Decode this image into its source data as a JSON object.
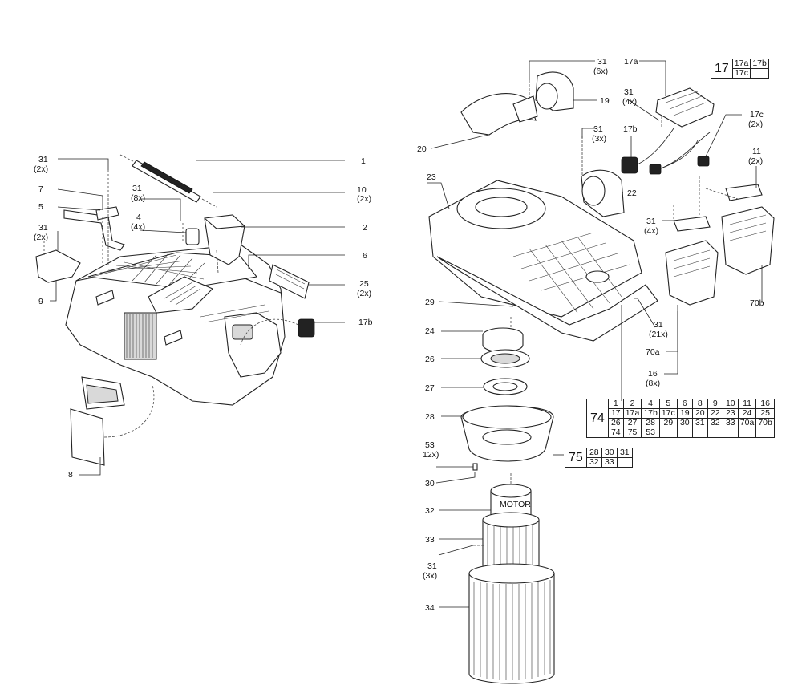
{
  "callouts": {
    "c1": "1",
    "c2": "2",
    "c4": "4",
    "c4q": "(4x)",
    "c5": "5",
    "c6": "6",
    "c7": "7",
    "c8": "8",
    "c9": "9",
    "c10": "10",
    "c10q": "(2x)",
    "c31a": "31",
    "c31aq": "(2x)",
    "c31b": "31",
    "c31bq": "(8x)",
    "c31c": "31",
    "c31cq": "(2x)",
    "c25": "25",
    "c25q": "(2x)",
    "c17b_left": "17b",
    "c31d": "31",
    "c31dq": "(6x)",
    "c19": "19",
    "c20": "20",
    "c31e": "31",
    "c31eq": "(3x)",
    "c17a": "17a",
    "c31f": "31",
    "c31fq": "(4x)",
    "c17b_right": "17b",
    "c17c": "17c",
    "c17cq": "(2x)",
    "c11": "11",
    "c11q": "(2x)",
    "c22": "22",
    "c23": "23",
    "c31g": "31",
    "c31gq": "(4x)",
    "c29": "29",
    "c31h": "31",
    "c31hq": "(21x)",
    "c70a": "70a",
    "c70b": "70b",
    "c16": "16",
    "c16q": "(8x)",
    "c24": "24",
    "c26": "26",
    "c27": "27",
    "c28": "28",
    "c53": "53",
    "c53q": "12x)",
    "c30": "30",
    "c32": "32",
    "c33": "33",
    "c31i": "31",
    "c31iq": "(3x)",
    "c34": "34"
  },
  "kit17": {
    "id": "17",
    "rows": [
      [
        "17a",
        "17b"
      ],
      [
        "17c",
        ""
      ]
    ]
  },
  "kit74": {
    "id": "74",
    "rows": [
      [
        "1",
        "2",
        "4",
        "5",
        "6",
        "8",
        "9",
        "10",
        "11",
        "16"
      ],
      [
        "17",
        "17a",
        "17b",
        "17c",
        "19",
        "20",
        "22",
        "23",
        "24",
        "25"
      ],
      [
        "26",
        "27",
        "28",
        "29",
        "30",
        "31",
        "32",
        "33",
        "70a",
        "70b"
      ],
      [
        "74",
        "75",
        "53",
        "",
        "",
        "",
        "",
        "",
        "",
        ""
      ]
    ]
  },
  "kit75": {
    "id": "75",
    "rows": [
      [
        "28",
        "30",
        "31"
      ],
      [
        "32",
        "33",
        ""
      ]
    ]
  },
  "motor_label": "MOTOR"
}
